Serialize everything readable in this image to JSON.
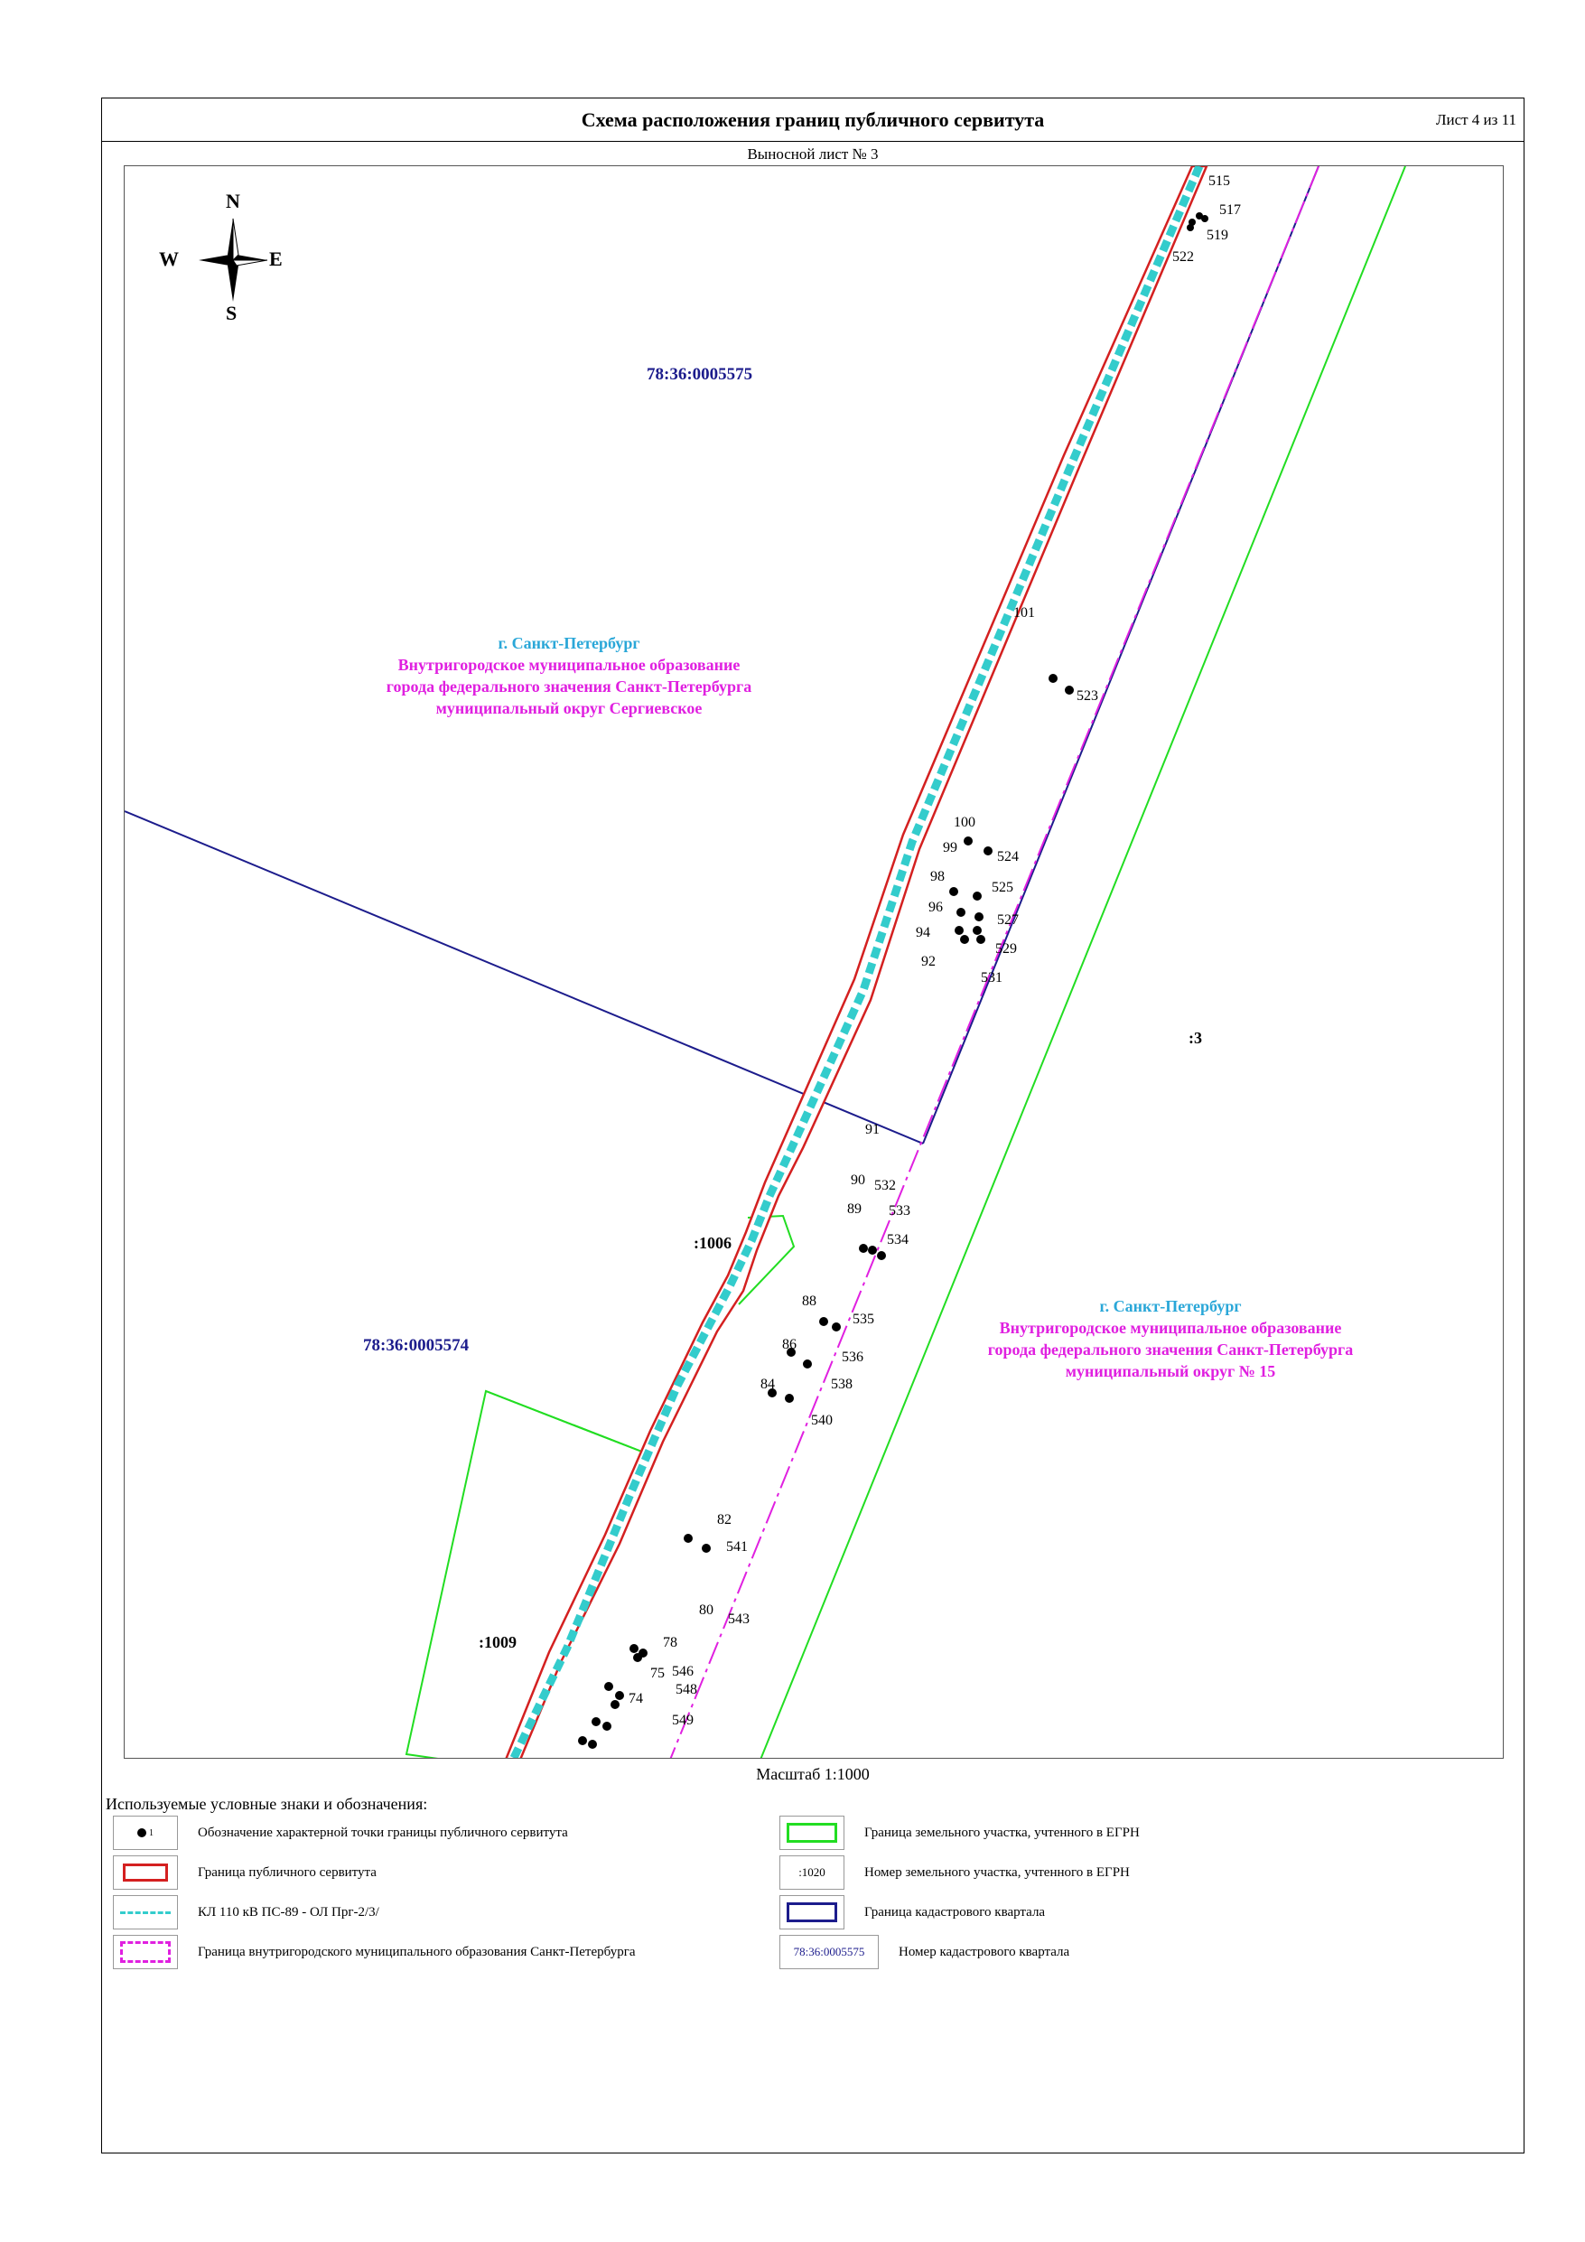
{
  "header": {
    "title": "Схема расположения границ публичного сервитута",
    "sheet": "Лист 4 из 11",
    "subtitle": "Выносной лист № 3"
  },
  "compass": {
    "n": "N",
    "s": "S",
    "w": "W",
    "e": "E"
  },
  "map": {
    "quarter_labels": [
      {
        "text": "78:36:0005575"
      },
      {
        "text": "78:36:0005574"
      }
    ],
    "parcel_labels": [
      {
        "text": ":3"
      },
      {
        "text": ":1006"
      },
      {
        "text": ":1009"
      }
    ],
    "district_west": {
      "city": "г. Санкт-Петербург",
      "lines": [
        "Внутригородское муниципальное образование",
        "города федерального значения Санкт-Петербурга",
        "муниципальный округ Сергиевское"
      ]
    },
    "district_east": {
      "city": "г. Санкт-Петербург",
      "lines": [
        "Внутригородское муниципальное образование",
        "города федерального значения Санкт-Петербурга",
        "муниципальный округ № 15"
      ]
    },
    "point_labels": [
      "515",
      "517",
      "519",
      "522",
      "101",
      "523",
      "100",
      "524",
      "99",
      "525",
      "98",
      "527",
      "96",
      "529",
      "94",
      "92",
      "531",
      "91",
      "532",
      "90",
      "533",
      "89",
      "534",
      "88",
      "535",
      "86",
      "536",
      "538",
      "84",
      "540",
      "82",
      "541",
      "80",
      "543",
      "78",
      "546",
      "75",
      "548",
      "74",
      "549"
    ],
    "colors": {
      "servitude_boundary": "#d42020",
      "cable_line": "#33cccc",
      "parcel_boundary": "#22dd22",
      "quarter_boundary": "#1c1c8c",
      "municipal_boundary": "#e020e0",
      "district_city_text": "#2aa7d8",
      "district_name_text": "#e020e0",
      "quarter_text": "#1c1c8c"
    }
  },
  "scale": "Масштаб 1:1000",
  "legend": {
    "title": "Используемые условные знаки и обозначения:",
    "items": [
      {
        "symbol": "point",
        "symbol_text": "1",
        "label": "Обозначение характерной точки границы публичного сервитута"
      },
      {
        "symbol": "red-box",
        "label": "Граница публичного сервитута"
      },
      {
        "symbol": "cyan-dash",
        "label": "КЛ 110 кВ ПС-89 - ОЛ Прг-2/3/"
      },
      {
        "symbol": "magenta-box",
        "label": "Граница внутригородского муниципального образования Санкт-Петербурга"
      },
      {
        "symbol": "green-box",
        "label": "Граница земельного участка, учтенного в ЕГРН"
      },
      {
        "symbol": "text",
        "symbol_text": ":1020",
        "label": "Номер земельного участка, учтенного в ЕГРН"
      },
      {
        "symbol": "blue-box",
        "label": "Граница кадастрового квартала"
      },
      {
        "symbol": "text-blue",
        "symbol_text": "78:36:0005575",
        "label": "Номер кадастрового квартала"
      }
    ]
  }
}
